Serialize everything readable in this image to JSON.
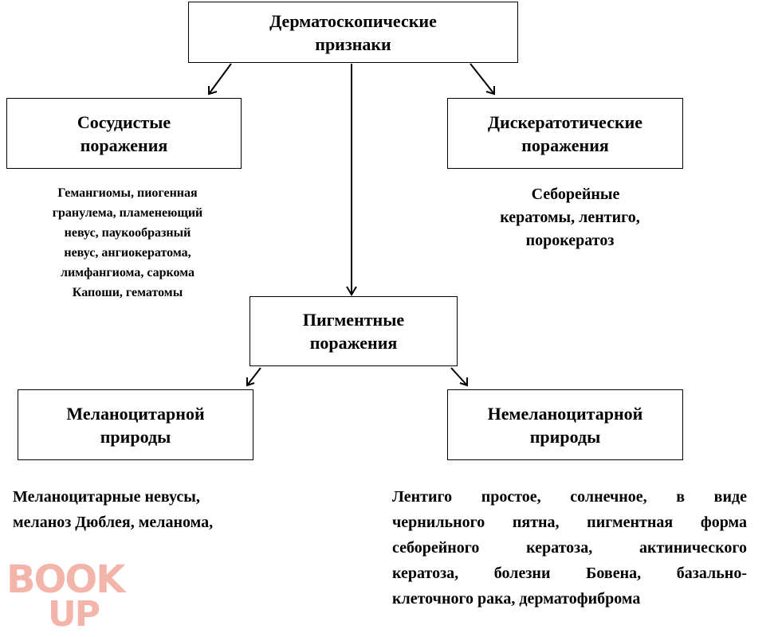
{
  "nodes": {
    "root": "Дерматоскопические признаки",
    "vascular": "Сосудистые поражения",
    "dyskeratotic": "Дискератотические поражения",
    "pigmented": "Пигментные поражения",
    "melanocytic": "Меланоцитарной природы",
    "non_melanocytic": "Немеланоцитарной природы"
  },
  "notes": {
    "vascular_examples": [
      "Гемангиомы, пиогенная",
      "гранулема, пламенеющий",
      "невус, паукообразный",
      "невус, ангиокератома,",
      "лимфангиома, саркома",
      "Капоши, гематомы"
    ],
    "dyskeratotic_examples": [
      "Себорейные",
      "кератомы, лентиго,",
      "порокератоз"
    ],
    "melanocytic_examples": [
      "Меланоцитарные невусы,",
      "меланоз Дюблея, меланома,"
    ],
    "non_melanocytic_examples": [
      "Лентиго простое, солнечное, в виде",
      "чернильного пятна, пигментная форма",
      "себорейного кератоза, актинического",
      "кератоза, болезни Бовена, базально-",
      "клеточного рака, дерматофиброма"
    ]
  },
  "watermark": {
    "line1": "BOOK",
    "line2": "UP",
    "color": "#f2a79c"
  }
}
